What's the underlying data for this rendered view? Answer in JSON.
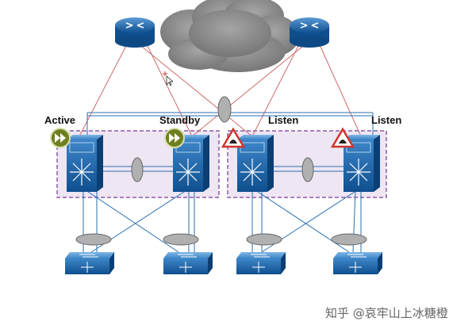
{
  "labels": {
    "active": "Active",
    "standby": "Standby",
    "listen_1": "Listen",
    "listen_2": "Listen"
  },
  "watermark": "知乎 @哀牢山上冰糖橙",
  "colors": {
    "cloud": "#8c8c8c",
    "device_blue": "#1b66a8",
    "device_dark": "#0d4a85",
    "device_light": "#4d95d6",
    "group_border": "#8a5aa8",
    "group_fill": "#eee6f3",
    "red_link": "#d06a6a",
    "blue_link": "#2a6fb0",
    "active_badge": "#6f7f1f",
    "warning_triangle": "#d0342c"
  },
  "icons": {
    "router": "router-icon",
    "core_switch": "core-switch-icon",
    "access_switch": "access-switch-icon",
    "active_badge": "fast-forward-icon",
    "listen_badge": "warning-triangle-icon",
    "cloud": "cloud-icon",
    "bundle": "link-bundle-icon"
  }
}
